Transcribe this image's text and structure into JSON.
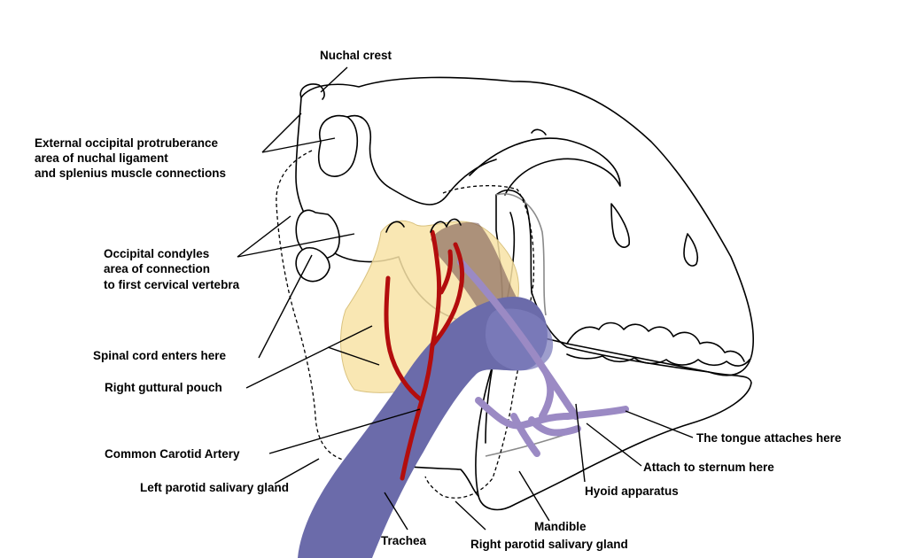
{
  "labels": {
    "nuchal_crest": "Nuchal crest",
    "external_occipital_line1": "External occipital protruberance",
    "external_occipital_line2": "area of nuchal ligament",
    "external_occipital_line3": "and splenius muscle connections",
    "occipital_condyles_line1": "Occipital condyles",
    "occipital_condyles_line2": "area of connection",
    "occipital_condyles_line3": "to first cervical vertebra",
    "spinal_cord": "Spinal cord enters here",
    "right_guttural_pouch": "Right guttural pouch",
    "common_carotid_artery": "Common Carotid Artery",
    "left_parotid_gland": "Left parotid salivary gland",
    "trachea": "Trachea",
    "right_parotid_gland": "Right parotid salivary gland",
    "mandible": "Mandible",
    "hyoid_apparatus": "Hyoid apparatus",
    "attach_to_sternum": "Attach to sternum here",
    "tongue_attaches": "The tongue attaches here"
  },
  "colors": {
    "guttural_pouch": "#f8e3a6",
    "carotid_artery": "#b30d0d",
    "trachea": "#6b6baa",
    "hyoid": "#9b8ac4",
    "esophagus": "#6e4b4b",
    "outline": "#000000"
  }
}
